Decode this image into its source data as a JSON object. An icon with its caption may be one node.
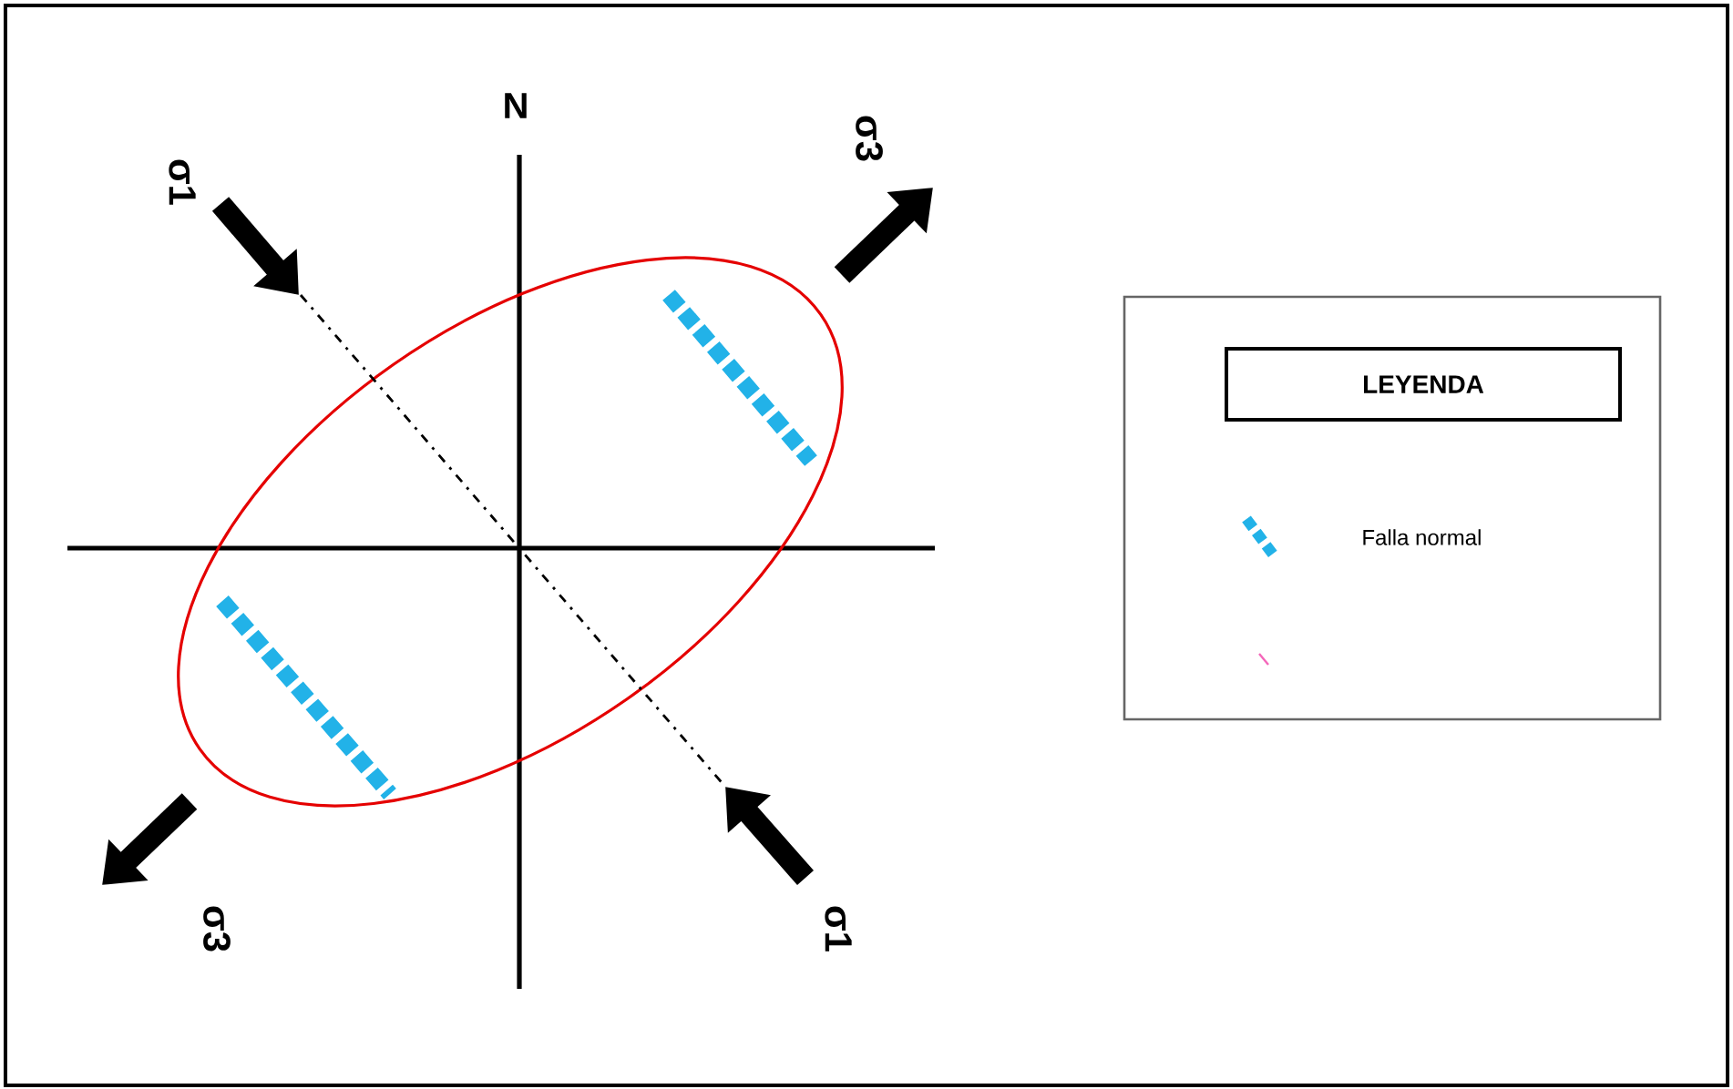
{
  "diagram": {
    "labels": [
      "N",
      "σ1",
      "σ3",
      "σ3",
      "σ1",
      "LEYENDA"
    ],
    "legend": [
      {
        "text": "Falla normal"
      }
    ]
  }
}
